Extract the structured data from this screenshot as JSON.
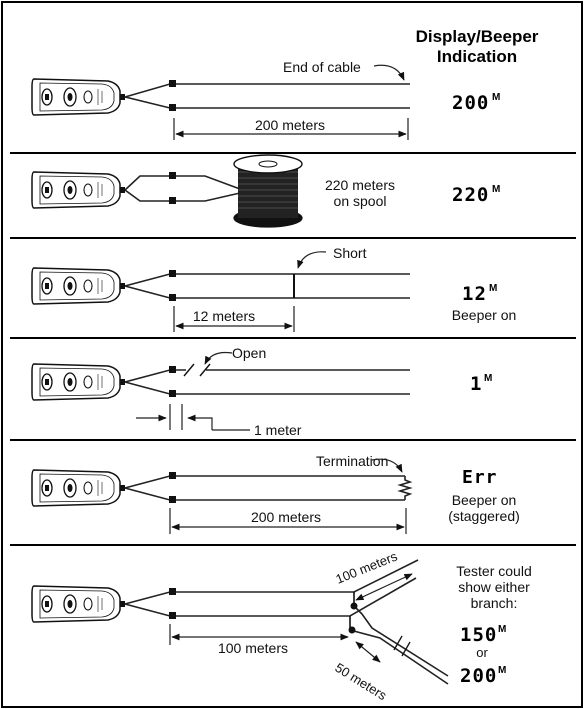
{
  "header": {
    "line1": "Display/Beeper",
    "line2": "Indication"
  },
  "panels": [
    {
      "name": "open-end",
      "annotation": "End of cable",
      "distance_label": "200 meters",
      "display": "200",
      "unit": "M",
      "note": ""
    },
    {
      "name": "spool",
      "spool_label_1": "220 meters",
      "spool_label_2": "on spool",
      "display": "220",
      "unit": "M"
    },
    {
      "name": "short",
      "annotation": "Short",
      "distance_label": "12 meters",
      "display": "12",
      "unit": "M",
      "note": "Beeper on"
    },
    {
      "name": "open",
      "annotation": "Open",
      "distance_label": "1 meter",
      "display": "1",
      "unit": "M"
    },
    {
      "name": "termination",
      "annotation": "Termination",
      "distance_label": "200 meters",
      "display": "Err",
      "note_1": "Beeper on",
      "note_2": "(staggered)"
    },
    {
      "name": "branch",
      "branch_label_1": "100 meters",
      "branch_label_2": "100 meters",
      "branch_label_3": "50 meters",
      "note_1": "Tester could",
      "note_2": "show either",
      "note_3": "branch:",
      "display_1": "150",
      "or_label": "or",
      "display_2": "200",
      "unit": "M"
    }
  ],
  "colors": {
    "ink": "#111111",
    "border": "#000000"
  }
}
